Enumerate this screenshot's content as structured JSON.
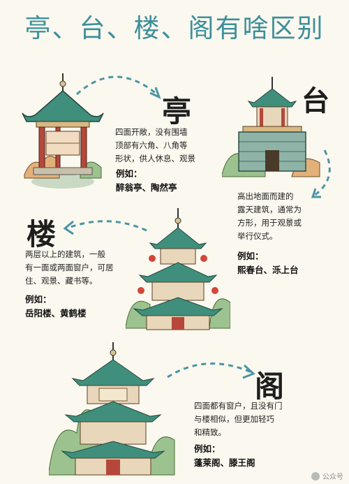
{
  "title": "亭、台、楼、阁有啥区别",
  "sections": {
    "ting": {
      "char": "亭",
      "desc": "四面开敞，没有围墙\n顶部有六角、八角等\n形状，供人休息、观景",
      "example_label": "例如：",
      "example": "醉翁亭、陶然亭"
    },
    "tai": {
      "char": "台",
      "desc": "高出地面而建的\n露天建筑，通常为\n方形，用于观景或\n举行仪式。",
      "example_label": "例如：",
      "example": "熙春台、泺上台"
    },
    "lou": {
      "char": "楼",
      "desc": "两层以上的建筑，一般\n有一面或两面窗户，可居\n住、观景、藏书等。",
      "example_label": "例如：",
      "example": "岳阳楼、黄鹤楼"
    },
    "ge": {
      "char": "阁",
      "desc": "四面都有窗户，且没有门\n与楼相似，但更加轻巧\n和精致。",
      "example_label": "例如：",
      "example": "蓬莱阁、滕王阁"
    }
  },
  "watermark": "公众号",
  "colors": {
    "title": "#3d8f9a",
    "roof": "#3f8f7c",
    "wood": "#b5483a",
    "arrow": "#4a95a5"
  },
  "icons": [
    "pavilion-illustration",
    "terrace-illustration",
    "tower-illustration",
    "attic-illustration",
    "dashed-arrow-icon",
    "wechat-icon"
  ]
}
